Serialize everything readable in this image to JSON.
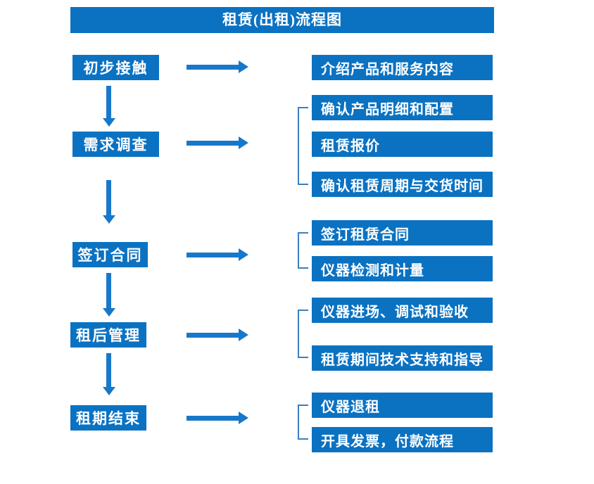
{
  "title": "租赁(出租)流程图",
  "colors": {
    "box_blue": "#0b72c2",
    "arrow_blue": "#1778ca",
    "bracket_blue": "#3d7ebf",
    "text_white": "#ffffff",
    "background": "#ffffff"
  },
  "rows": [
    {
      "step": "初步接触",
      "details": [
        "介绍产品和服务内容"
      ]
    },
    {
      "step": "需求调查",
      "details": [
        "确认产品明细和配置",
        "租赁报价",
        "确认租赁周期与交货时间"
      ]
    },
    {
      "step": "签订合同",
      "details": [
        "签订租赁合同",
        "仪器检测和计量"
      ]
    },
    {
      "step": "租后管理",
      "details": [
        "仪器进场、调试和验收",
        "租赁期间技术支持和指导"
      ]
    },
    {
      "step": "租期结束",
      "details": [
        "仪器退租",
        "开具发票，付款流程"
      ]
    }
  ]
}
